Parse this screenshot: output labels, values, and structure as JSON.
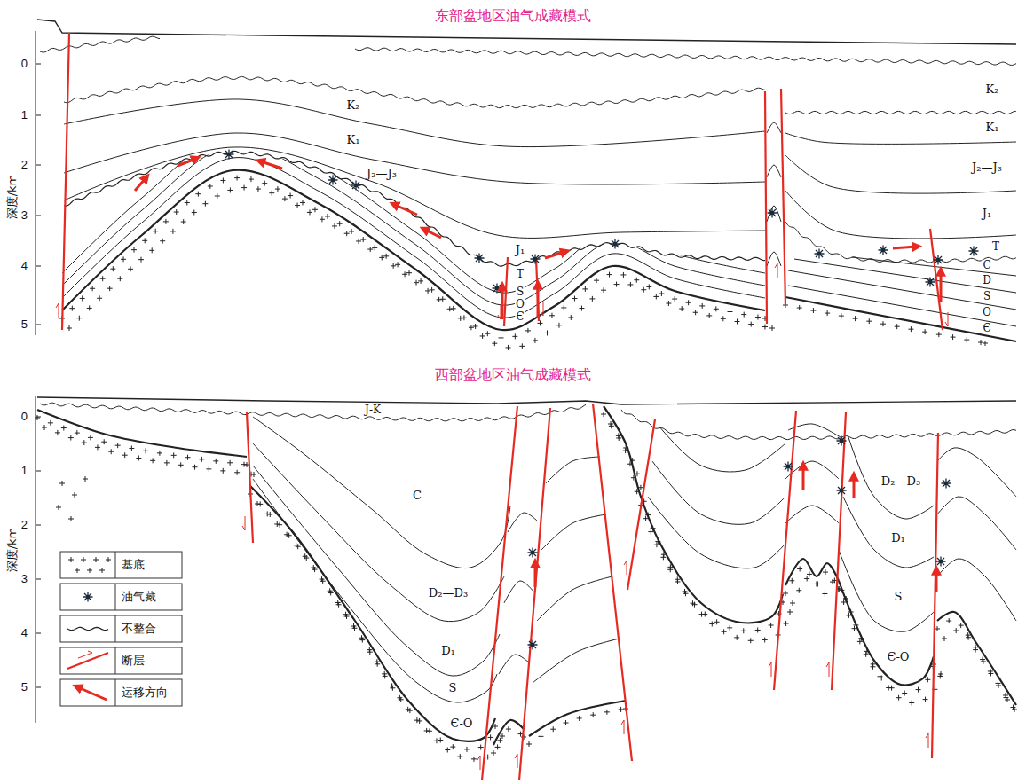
{
  "diagram": {
    "labels": [
      "东部盆地区油气成藏模式",
      "0",
      "1",
      "2",
      "3",
      "4",
      "5",
      "深度/km",
      "K₂",
      "K₁",
      "J₂—J₃",
      "J₁",
      "T",
      "S",
      "O",
      "Є",
      "K₂",
      "K₁",
      "J₂—J₃",
      "J₁",
      "T",
      "C",
      "D",
      "S",
      "O",
      "Є",
      "西部盆地区油气成藏模式",
      "0",
      "1",
      "2",
      "3",
      "4",
      "5",
      "深度/km",
      "J-K",
      "C",
      "D₂—D₃",
      "D₁",
      "S",
      "Є-O",
      "D₂—D₃",
      "D₁",
      "S",
      "Є-O"
    ],
    "legend": [
      {
        "text": "基底"
      },
      {
        "text": "油气藏"
      },
      {
        "text": "不整合"
      },
      {
        "text": "断层"
      },
      {
        "text": "运移方向"
      }
    ]
  }
}
